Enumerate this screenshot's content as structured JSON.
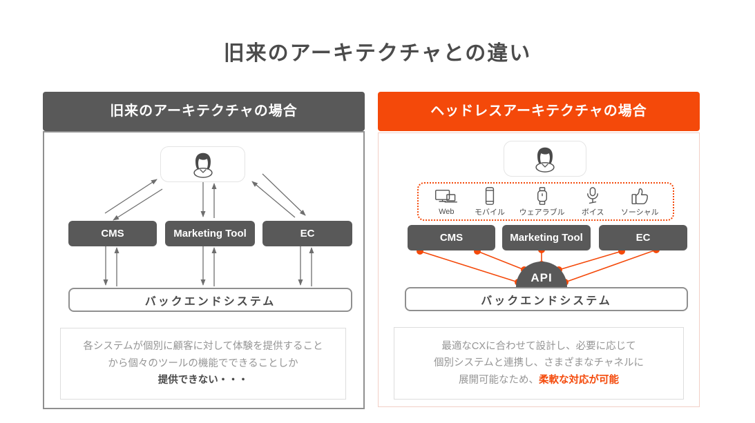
{
  "page": {
    "title": "旧来のアーキテクチャとの違い"
  },
  "colors": {
    "accent_orange": "#f4490a",
    "box_gray": "#595959",
    "text_dark": "#4a4a4a",
    "text_muted": "#959595",
    "arrow_gray": "#6e6e6e"
  },
  "left_panel": {
    "header": "旧来のアーキテクチャの場合",
    "user_icon": "female-user-icon",
    "systems": [
      "CMS",
      "Marketing Tool",
      "EC"
    ],
    "backend_label": "バックエンドシステム",
    "description": {
      "line1": "各システムが個別に顧客に対して体験を提供すること",
      "line2": "から個々のツールの機能でできることしか",
      "line3_bold": "提供できない・・・"
    }
  },
  "right_panel": {
    "header": "ヘッドレスアーキテクチャの場合",
    "user_icon": "female-user-icon",
    "channels": [
      {
        "icon": "web-devices-icon",
        "label": "Web"
      },
      {
        "icon": "mobile-icon",
        "label": "モバイル"
      },
      {
        "icon": "wearable-icon",
        "label": "ウェアラブル"
      },
      {
        "icon": "voice-icon",
        "label": "ボイス"
      },
      {
        "icon": "social-icon",
        "label": "ソーシャル"
      }
    ],
    "systems": [
      "CMS",
      "Marketing Tool",
      "EC"
    ],
    "api_label": "API",
    "backend_label": "バックエンドシステム",
    "description": {
      "line1": "最適なCXに合わせて設計し、必要に応じて",
      "line2": "個別システムと連携し、さまざまなチャネルに",
      "line3_prefix": "展開可能なため、",
      "line3_bold_orange": "柔軟な対応が可能"
    }
  }
}
